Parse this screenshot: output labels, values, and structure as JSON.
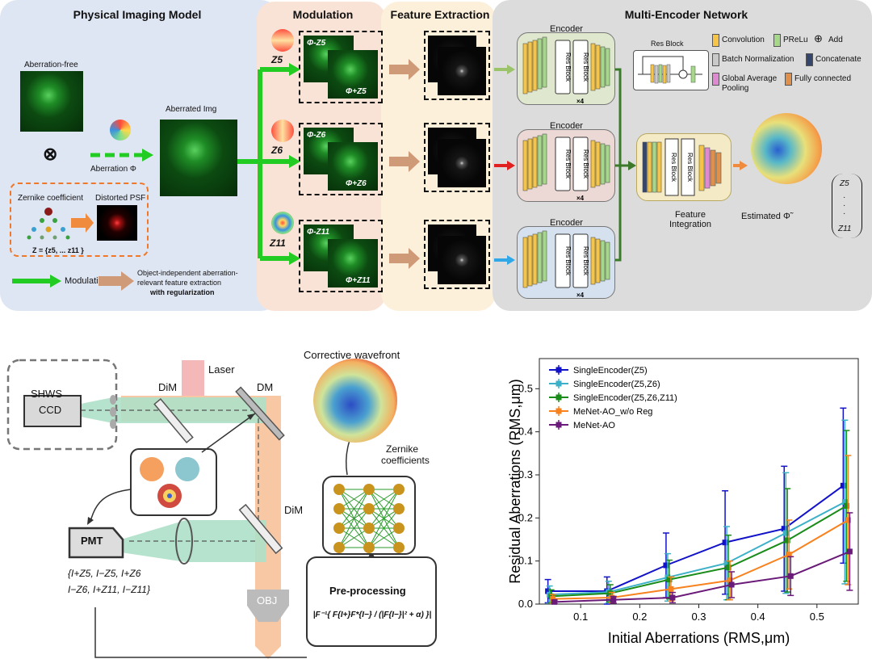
{
  "panels": {
    "physical": "Physical Imaging Model",
    "modulation": "Modulation",
    "feature": "Feature Extraction",
    "multi": "Multi-Encoder Network"
  },
  "physical": {
    "aberration_free": "Aberration-free",
    "aberration_phi": "Aberration Φ",
    "aberrated_img": "Aberrated Img",
    "zernike_coefficient": "Zernike coefficient",
    "distorted_psf": "Distorted PSF",
    "z_set": "Z = {z5, ... z11 }",
    "modulation_legend": "Modulation",
    "feature_legend_1": "Object-independent aberration-",
    "feature_legend_2": "relevant feature extraction",
    "feature_legend_3": "with regularization"
  },
  "modulation": {
    "z_labels": [
      "Z5",
      "Z6",
      "Z11"
    ],
    "minus_labels": [
      "Φ-Z5",
      "Φ-Z6",
      "Φ-Z11"
    ],
    "plus_labels": [
      "Φ+Z5",
      "Φ+Z6",
      "Φ+Z11"
    ]
  },
  "network": {
    "encoder_label": "Encoder",
    "res_block": "Res Block",
    "times4": "×4",
    "res_block_title": "Res Block",
    "legend": [
      "Convolution",
      "PReLu",
      "Add",
      "Batch Normalization",
      "Concatenate",
      "Global Average Pooling",
      "Fully connected"
    ],
    "feature_integration": "Feature Integration",
    "estimated": "Estimated Φ̃",
    "vector_top": "Z5",
    "vector_bottom": "Z11"
  },
  "optics": {
    "shws": "SHWS",
    "ccd": "CCD",
    "dim_top": "DiM",
    "laser": "Laser",
    "dm": "DM",
    "corrective_wavefront": "Corrective wavefront",
    "zernike_coefficients_1": "Zernike",
    "zernike_coefficients_2": "coefficients",
    "dim_bottom": "DiM",
    "pmt": "PMT",
    "obj": "OBJ",
    "intensity_set_1": "{I+Z5, I−Z5, I+Z6",
    "intensity_set_2": "I−Z6, I+Z11, I−Z11}",
    "preprocessing": "Pre-processing",
    "formula": "|F⁻¹{ F{I+}F*{I−} / (|F{I−}|² + α) }|"
  },
  "colors": {
    "physical_bg": "#dfe6f3",
    "modulation_bg": "#f9e3d6",
    "feature_bg": "#fcf0da",
    "multi_bg": "#dcdcdc",
    "s1": "#1212c8",
    "s2": "#3cb0c8",
    "s3": "#1a8c1a",
    "s4": "#f7821e",
    "s5": "#6a1a78"
  },
  "chart_data": {
    "type": "line",
    "xlabel": "Initial Aberrations (RMS,μm)",
    "ylabel": "Residual Aberrations (RMS,μm)",
    "xlim": [
      0.03,
      0.57
    ],
    "ylim": [
      0,
      0.57
    ],
    "xticks": [
      "0.1",
      "0.2",
      "0.3",
      "0.4",
      "0.5"
    ],
    "yticks": [
      "0.0",
      "0.1",
      "0.2",
      "0.3",
      "0.4",
      "0.5"
    ],
    "legend_position": "top-left",
    "x": [
      0.05,
      0.15,
      0.25,
      0.35,
      0.45,
      0.55
    ],
    "series": [
      {
        "name": "SingleEncoder(Z5)",
        "color": "#1212c8",
        "values": [
          0.03,
          0.03,
          0.09,
          0.143,
          0.175,
          0.275
        ],
        "err": [
          0.027,
          0.033,
          0.075,
          0.12,
          0.145,
          0.18
        ]
      },
      {
        "name": "SingleEncoder(Z5,Z6)",
        "color": "#3cb0c8",
        "values": [
          0.022,
          0.028,
          0.062,
          0.095,
          0.165,
          0.237
        ],
        "err": [
          0.02,
          0.025,
          0.055,
          0.085,
          0.14,
          0.19
        ]
      },
      {
        "name": "SingleEncoder(Z5,Z6,Z11)",
        "color": "#1a8c1a",
        "values": [
          0.018,
          0.025,
          0.057,
          0.085,
          0.148,
          0.228
        ],
        "err": [
          0.015,
          0.02,
          0.045,
          0.075,
          0.12,
          0.175
        ]
      },
      {
        "name": "MeNet-AO_w/o Reg",
        "color": "#f7821e",
        "values": [
          0.012,
          0.015,
          0.035,
          0.055,
          0.115,
          0.195
        ],
        "err": [
          0.01,
          0.012,
          0.028,
          0.045,
          0.08,
          0.15
        ]
      },
      {
        "name": "MeNet-AO",
        "color": "#6a1a78",
        "values": [
          0.005,
          0.01,
          0.015,
          0.045,
          0.065,
          0.122
        ],
        "err": [
          0.004,
          0.008,
          0.012,
          0.03,
          0.045,
          0.09
        ]
      }
    ]
  }
}
